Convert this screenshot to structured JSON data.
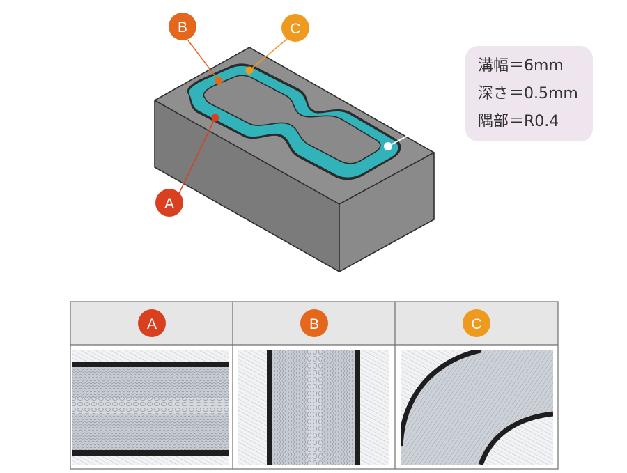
{
  "markers": {
    "A": {
      "label": "A",
      "color": "#d8401f"
    },
    "B": {
      "label": "B",
      "color": "#e5671e"
    },
    "C": {
      "label": "C",
      "color": "#ee9a1e"
    }
  },
  "spec_box": {
    "lines": [
      "溝幅＝6mm",
      "深さ＝0.5mm",
      "隅部＝R0.4"
    ],
    "background": "#efe5ee"
  },
  "table": {
    "headers": [
      "A",
      "B",
      "C"
    ],
    "header_background": "#e6e6e6"
  },
  "colors": {
    "block_top": "#8f8f8f",
    "block_left": "#7b7b7b",
    "block_front": "#8a8a8a",
    "groove": "#32b3ba",
    "island": "#8a8a8a"
  }
}
